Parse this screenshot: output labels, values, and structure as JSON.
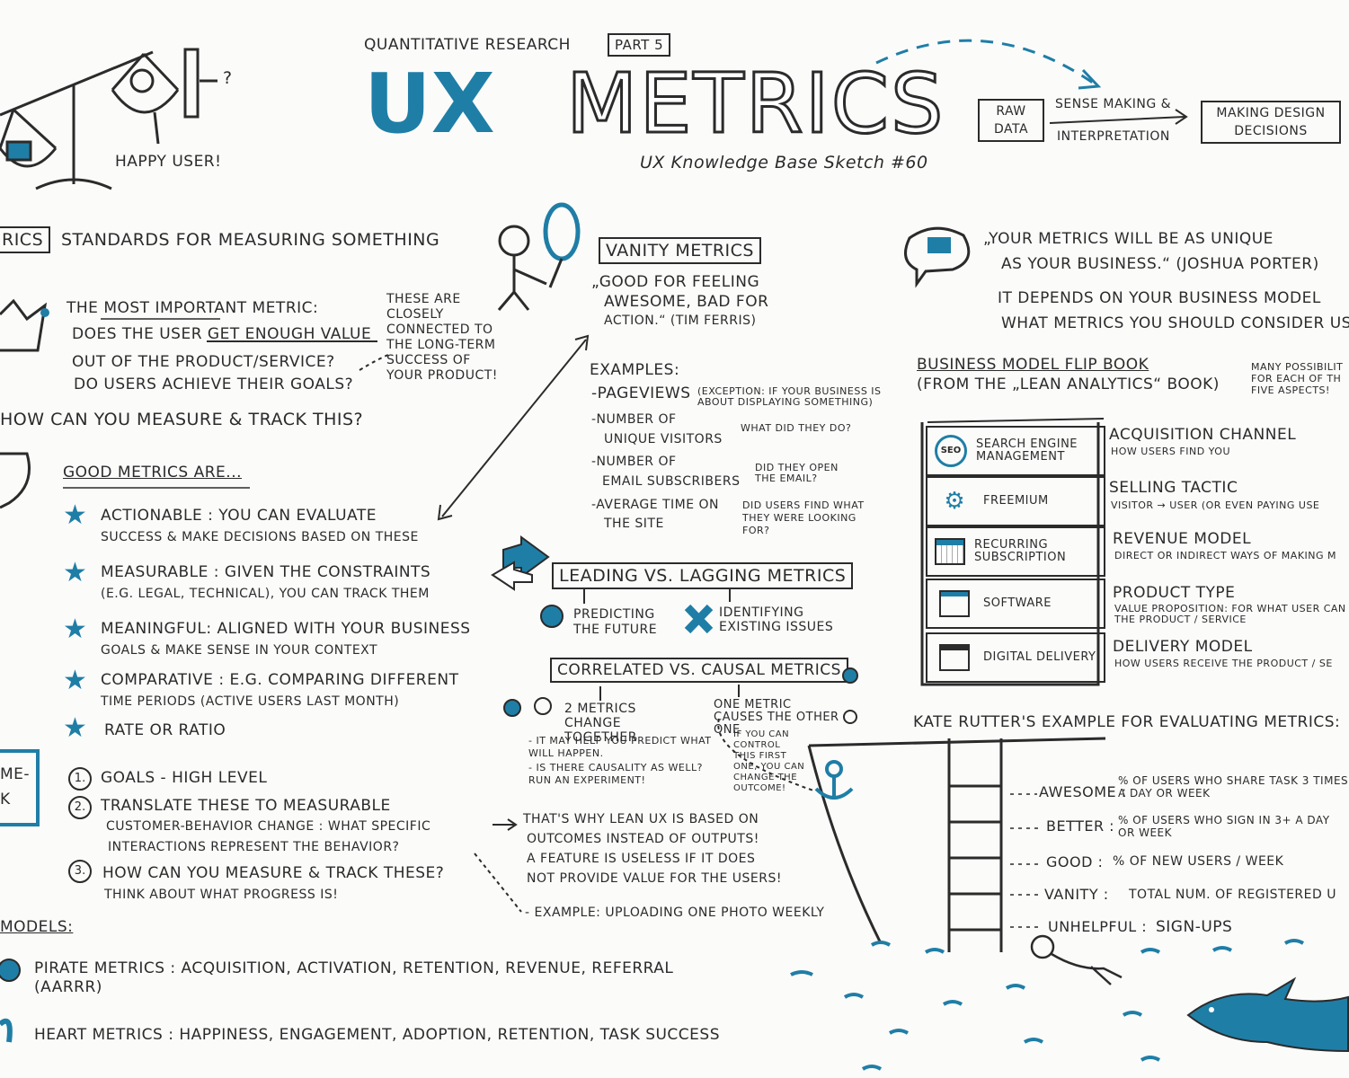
{
  "header": {
    "kicker": "QUANTITATIVE RESEARCH",
    "part": "PART 5",
    "title_ux": "UX",
    "title_metrics": "METRICS",
    "sketch": "UX Knowledge Base Sketch #60"
  },
  "flow": {
    "raw": "RAW DATA",
    "sense": "SENSE MAKING &",
    "interp": "INTERPRETATION",
    "decisions": "MAKING DESIGN DECISIONS"
  },
  "scale": {
    "happy_user": "HAPPY USER!",
    "question": "?"
  },
  "definition": {
    "tag": "RICS",
    "text": "STANDARDS FOR MEASURING SOMETHING"
  },
  "north_star": {
    "line1": "THE MOST IMPORTANT METRIC:",
    "line2": "DOES THE USER GET ENOUGH VALUE",
    "line3": "OUT OF THE PRODUCT/SERVICE?",
    "line4": "DO USERS ACHIEVE THEIR GOALS?",
    "note": "THESE ARE CLOSELY CONNECTED TO THE LONG-TERM SUCCESS OF YOUR PRODUCT!"
  },
  "measure_q": "HOW CAN YOU MEASURE & TRACK THIS?",
  "good_metrics": {
    "title": "GOOD METRICS ARE...",
    "items": [
      {
        "a": "ACTIONABLE : YOU CAN EVALUATE",
        "b": "SUCCESS & MAKE DECISIONS BASED ON THESE"
      },
      {
        "a": "MEASURABLE : GIVEN THE CONSTRAINTS",
        "b": "(E.G. LEGAL, TECHNICAL), YOU CAN TRACK THEM"
      },
      {
        "a": "MEANINGFUL: ALIGNED WITH YOUR BUSINESS",
        "b": "GOALS & MAKE SENSE IN YOUR CONTEXT"
      },
      {
        "a": "COMPARATIVE : E.G. COMPARING DIFFERENT",
        "b": "TIME PERIODS (ACTIVE USERS LAST MONTH)"
      },
      {
        "a": "RATE OR RATIO",
        "b": ""
      }
    ]
  },
  "framework": {
    "tag_a": "ME-",
    "tag_b": "K",
    "step1": "GOALS - HIGH LEVEL",
    "step2a": "TRANSLATE THESE TO MEASURABLE",
    "step2b": "CUSTOMER-BEHAVIOR CHANGE : WHAT SPECIFIC",
    "step2c": "INTERACTIONS REPRESENT THE BEHAVIOR?",
    "step3a": "HOW CAN YOU MEASURE & TRACK THESE?",
    "step3b": "THINK ABOUT WHAT PROGRESS IS!",
    "n1": "1.",
    "n2": "2.",
    "n3": "3."
  },
  "models": {
    "title": "MODELS:",
    "pirate": "PIRATE METRICS : ACQUISITION, ACTIVATION, RETENTION, REVENUE, REFERRAL",
    "pirate2": "(AARRR)",
    "heart": "HEART METRICS : HAPPINESS, ENGAGEMENT, ADOPTION, RETENTION, TASK SUCCESS"
  },
  "vanity": {
    "title": "VANITY METRICS",
    "quote1": "„GOOD FOR FEELING",
    "quote2": "AWESOME, BAD FOR",
    "quote3": "ACTION.“ (TIM FERRIS)",
    "examples": "EXAMPLES:",
    "ex": [
      {
        "a": "-PAGEVIEWS",
        "b": "",
        "note": "(EXCEPTION: IF YOUR BUSINESS IS ABOUT DISPLAYING SOMETHING)"
      },
      {
        "a": "-NUMBER OF",
        "b": "UNIQUE VISITORS",
        "note": "WHAT DID THEY DO?"
      },
      {
        "a": "-NUMBER OF",
        "b": "EMAIL SUBSCRIBERS",
        "note": "DID THEY OPEN THE EMAIL?"
      },
      {
        "a": "-AVERAGE TIME ON",
        "b": "THE SITE",
        "note": "DID USERS FIND WHAT THEY WERE LOOKING FOR?"
      }
    ]
  },
  "leading": {
    "title": "LEADING VS. LAGGING METRICS",
    "predict": "PREDICTING THE FUTURE",
    "identify": "IDENTIFYING EXISTING ISSUES"
  },
  "correlated": {
    "title": "CORRELATED VS. CAUSAL METRICS",
    "two": "2 METRICS CHANGE TOGETHER",
    "two_n1": "- IT MAY HELP YOU PREDICT WHAT WILL HAPPEN.",
    "two_n2": "- IS THERE CAUSALITY AS WELL? RUN AN EXPERIMENT!",
    "one": "ONE METRIC CAUSES THE OTHER ONE",
    "one_n": "IF YOU CAN CONTROL THIS FIRST ONE, YOU CAN CHANGE THE OUTCOME!"
  },
  "leanux": {
    "a": "THAT'S WHY LEAN UX IS BASED ON",
    "b": "OUTCOMES INSTEAD OF OUTPUTS!",
    "c": "A FEATURE IS USELESS IF IT DOES",
    "d": "NOT PROVIDE VALUE FOR THE USERS!",
    "example": "- EXAMPLE: UPLOADING ONE PHOTO WEEKLY"
  },
  "porter": {
    "q1": "„YOUR METRICS WILL BE AS UNIQUE",
    "q2": "AS YOUR BUSINESS.“ (JOSHUA PORTER)",
    "t1": "IT DEPENDS ON YOUR BUSINESS MODEL",
    "t2": "WHAT METRICS YOU SHOULD CONSIDER USI"
  },
  "flipbook": {
    "title1": "BUSINESS MODEL FLIP BOOK",
    "title2": "(FROM THE „LEAN ANALYTICS“ BOOK)",
    "side": "MANY POSSIBILIT FOR EACH OF TH FIVE ASPECTS!",
    "rows": [
      {
        "label": "SEARCH ENGINE MANAGEMENT",
        "icon": "seo-icon",
        "aspect": "ACQUISITION CHANNEL",
        "desc": "HOW USERS FIND YOU"
      },
      {
        "label": "FREEMIUM",
        "icon": "gear-icon",
        "aspect": "SELLING TACTIC",
        "desc": "VISITOR → USER (OR EVEN PAYING USE"
      },
      {
        "label": "RECURRING SUBSCRIPTION",
        "icon": "calendar-icon",
        "aspect": "REVENUE MODEL",
        "desc": "DIRECT OR INDIRECT WAYS OF MAKING M"
      },
      {
        "label": "SOFTWARE",
        "icon": "window-icon",
        "aspect": "PRODUCT TYPE",
        "desc": "VALUE PROPOSITION: FOR WHAT USER CAN THE PRODUCT / SERVICE"
      },
      {
        "label": "DIGITAL DELIVERY",
        "icon": "delivery-icon",
        "aspect": "DELIVERY MODEL",
        "desc": "HOW USERS RECEIVE THE PRODUCT / SE"
      }
    ]
  },
  "kate": {
    "title": "KATE RUTTER'S EXAMPLE FOR EVALUATING METRICS:",
    "levels": [
      {
        "name": "AWESOME :",
        "desc": "% OF USERS WHO SHARE TASK 3 TIMES A DAY OR WEEK"
      },
      {
        "name": "BETTER :",
        "desc": "% OF USERS WHO SIGN IN 3+ A DAY OR WEEK"
      },
      {
        "name": "GOOD :",
        "desc": "% OF NEW USERS / WEEK"
      },
      {
        "name": "VANITY :",
        "desc": "TOTAL NUM. OF REGISTERED U"
      },
      {
        "name": "UNHELPFUL :",
        "desc": "SIGN-UPS"
      }
    ]
  },
  "colors": {
    "accent": "#1f7ea6",
    "ink": "#2b2b2b",
    "grey": "#9a9a9a"
  }
}
